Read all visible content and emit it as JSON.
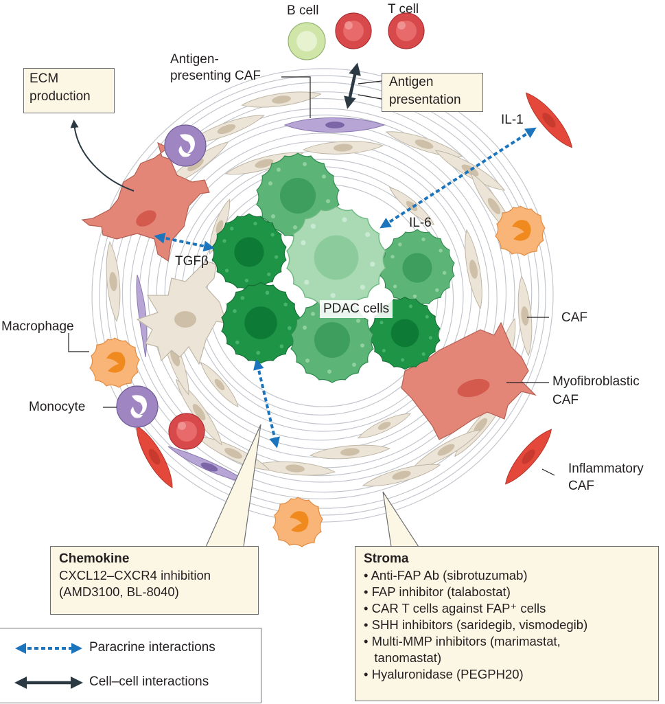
{
  "labels": {
    "b_cell": "B cell",
    "t_cell": "T cell",
    "antigen_presenting_caf_1": "Antigen-",
    "antigen_presenting_caf_2": "presenting CAF",
    "ecm_1": "ECM",
    "ecm_2": "production",
    "antigen_presentation_1": "Antigen",
    "antigen_presentation_2": "presentation",
    "il1": "IL-1",
    "il6": "IL-6",
    "tgfb": "TGFβ",
    "pdac_cells": "PDAC cells",
    "caf": "CAF",
    "macrophage": "Macrophage",
    "monocyte": "Monocyte",
    "myofibroblastic_1": "Myofibroblastic",
    "myofibroblastic_2": "CAF",
    "inflammatory_1": "Inflammatory",
    "inflammatory_2": "CAF"
  },
  "chemokine_box": {
    "title": "Chemokine",
    "lines": [
      "CXCL12–CXCR4 inhibition",
      "(AMD3100, BL-8040)"
    ]
  },
  "stroma_box": {
    "title": "Stroma",
    "lines": [
      "• Anti-FAP Ab (sibrotuzumab)",
      "• FAP inhibitor (talabostat)",
      "• CAR T cells against FAP⁺ cells",
      "• SHH inhibitors (saridegib, vismodegib)",
      "• Multi-MMP inhibitors (marimastat,",
      "   tanomastat)",
      "• Hyaluronidase (PEGPH20)"
    ]
  },
  "legend": {
    "paracrine": "Paracrine interactions",
    "cell_cell": "Cell–cell interactions"
  },
  "colors": {
    "paracrine_arrow": "#1c75bc",
    "cell_cell_arrow": "#2b3a42",
    "pdac_dark": "#1e9447",
    "pdac_mid": "#5cb577",
    "pdac_light": "#a9dab4",
    "caf_beige": "#ece4d6",
    "myofibroblastic": "#e38577",
    "inflammatory": "#e4483a",
    "macrophage": "#f7a95f",
    "monocyte": "#9f86c2",
    "t_cell": "#d8494b",
    "b_cell": "#cfe6a8",
    "antigen_presenting_caf": "#b7a5d5",
    "box_fill": "#fcf7e4"
  }
}
